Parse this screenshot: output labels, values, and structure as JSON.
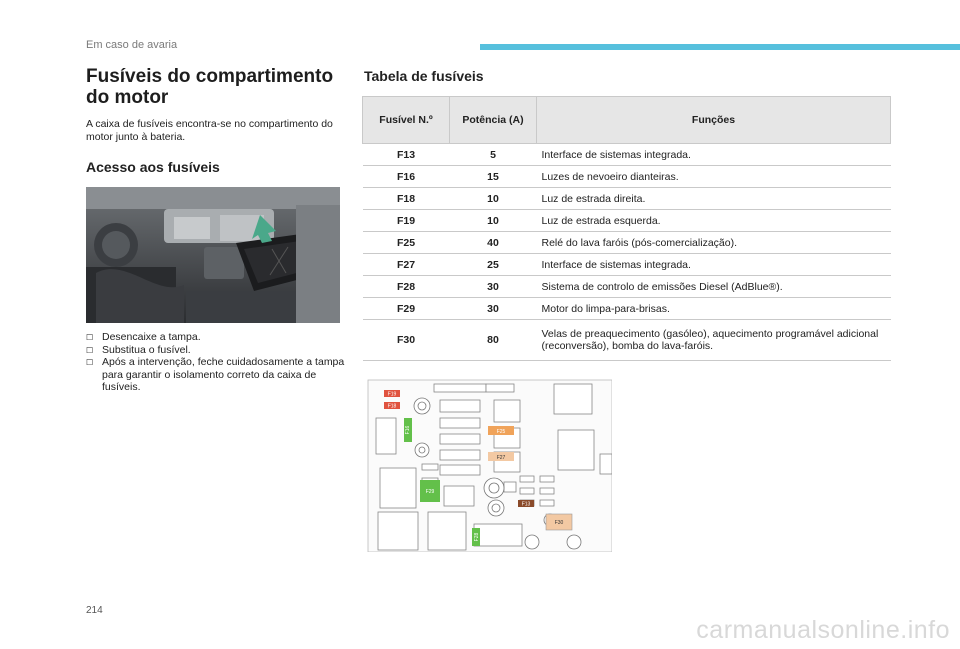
{
  "header": {
    "section_label": "Em caso de avaria",
    "accent_color": "#56c0dd"
  },
  "left": {
    "title": "Fusíveis do compartimento do motor",
    "intro": "A caixa de fusíveis encontra-se no compartimento do motor junto à bateria.",
    "subtitle": "Acesso aos fusíveis",
    "steps": [
      "Desencaixe a tampa.",
      "Substitua o fusível.",
      "Após a intervenção, feche cuidadosamente a tampa para garantir o isolamento correto da caixa de fusíveis."
    ]
  },
  "right": {
    "subtitle": "Tabela de fusíveis",
    "table": {
      "headers": [
        "Fusível N.º",
        "Potência (A)",
        "Funções"
      ],
      "rows": [
        [
          "F13",
          "5",
          "Interface de sistemas integrada."
        ],
        [
          "F16",
          "15",
          "Luzes de nevoeiro dianteiras."
        ],
        [
          "F18",
          "10",
          "Luz de estrada direita."
        ],
        [
          "F19",
          "10",
          "Luz de estrada esquerda."
        ],
        [
          "F25",
          "40",
          "Relé do lava faróis (pós-comercialização)."
        ],
        [
          "F27",
          "25",
          "Interface de sistemas integrada."
        ],
        [
          "F28",
          "30",
          "Sistema de controlo de emissões Diesel (AdBlue®)."
        ],
        [
          "F29",
          "30",
          "Motor do limpa-para-brisas."
        ],
        [
          "F30",
          "80",
          "Velas de preaquecimento (gasóleo), aquecimento programável adicional (reconversão), bomba do lava-faróis."
        ]
      ]
    },
    "diagram_labels": {
      "f19": "F19",
      "f18": "F18",
      "f16": "F16",
      "f25": "F25",
      "f27": "F27",
      "f29": "F29",
      "f13": "F13",
      "f28": "F28",
      "f30": "F30"
    }
  },
  "footer": {
    "page_number": "214",
    "watermark": "carmanualsonline.info"
  }
}
